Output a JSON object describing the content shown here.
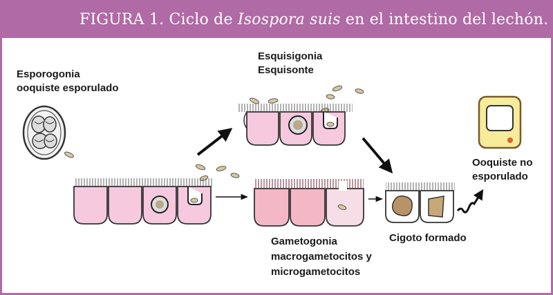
{
  "figure": {
    "title_prefix": "FIGURA 1. Ciclo de ",
    "title_italic": "Isospora suis",
    "title_suffix": " en el intestino del lechón.",
    "accent_color": "#b06aa6"
  },
  "labels": {
    "esporogonia_1": "Esporogonia",
    "esporogonia_2": "ooquiste esporulado",
    "esquisigonia_1": "Esquisigonia",
    "esquisigonia_2": "Esquisonte",
    "gametogonia_1": "Gametogonia",
    "gametogonia_2": "macrogametocitos y",
    "gametogonia_3": "microgametocitos",
    "cigoto": "Cigoto formado",
    "ooquiste_np_1": "Ooquiste no",
    "ooquiste_np_2": "esporulado"
  },
  "colors": {
    "cell_pink": "#f7c9de",
    "cell_dark_pink": "#d99aa8",
    "cell_outline": "#333333",
    "oocyst_fill": "#f6ec9a",
    "oocyst_border": "#7a5a2a",
    "zygote": "#b79366"
  }
}
